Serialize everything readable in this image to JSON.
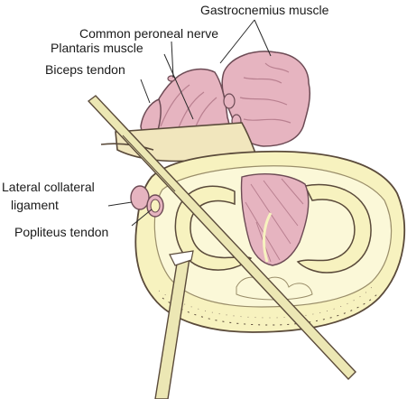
{
  "labels": {
    "gastrocnemius": "Gastrocnemius muscle",
    "common_peroneal": "Common peroneal nerve",
    "plantaris": "Plantaris muscle",
    "biceps": "Biceps tendon",
    "lateral_collateral_1": "Lateral collateral",
    "lateral_collateral_2": "ligament",
    "popliteus": "Popliteus tendon"
  },
  "colors": {
    "muscle": "#e6b4c0",
    "muscle_dark": "#c98b9c",
    "bone": "#f7f2bf",
    "bone_inner": "#fbf8d8",
    "outline": "#5a4a3a",
    "instrument": "#ece7b4",
    "tendon": "#f1e6bd"
  }
}
